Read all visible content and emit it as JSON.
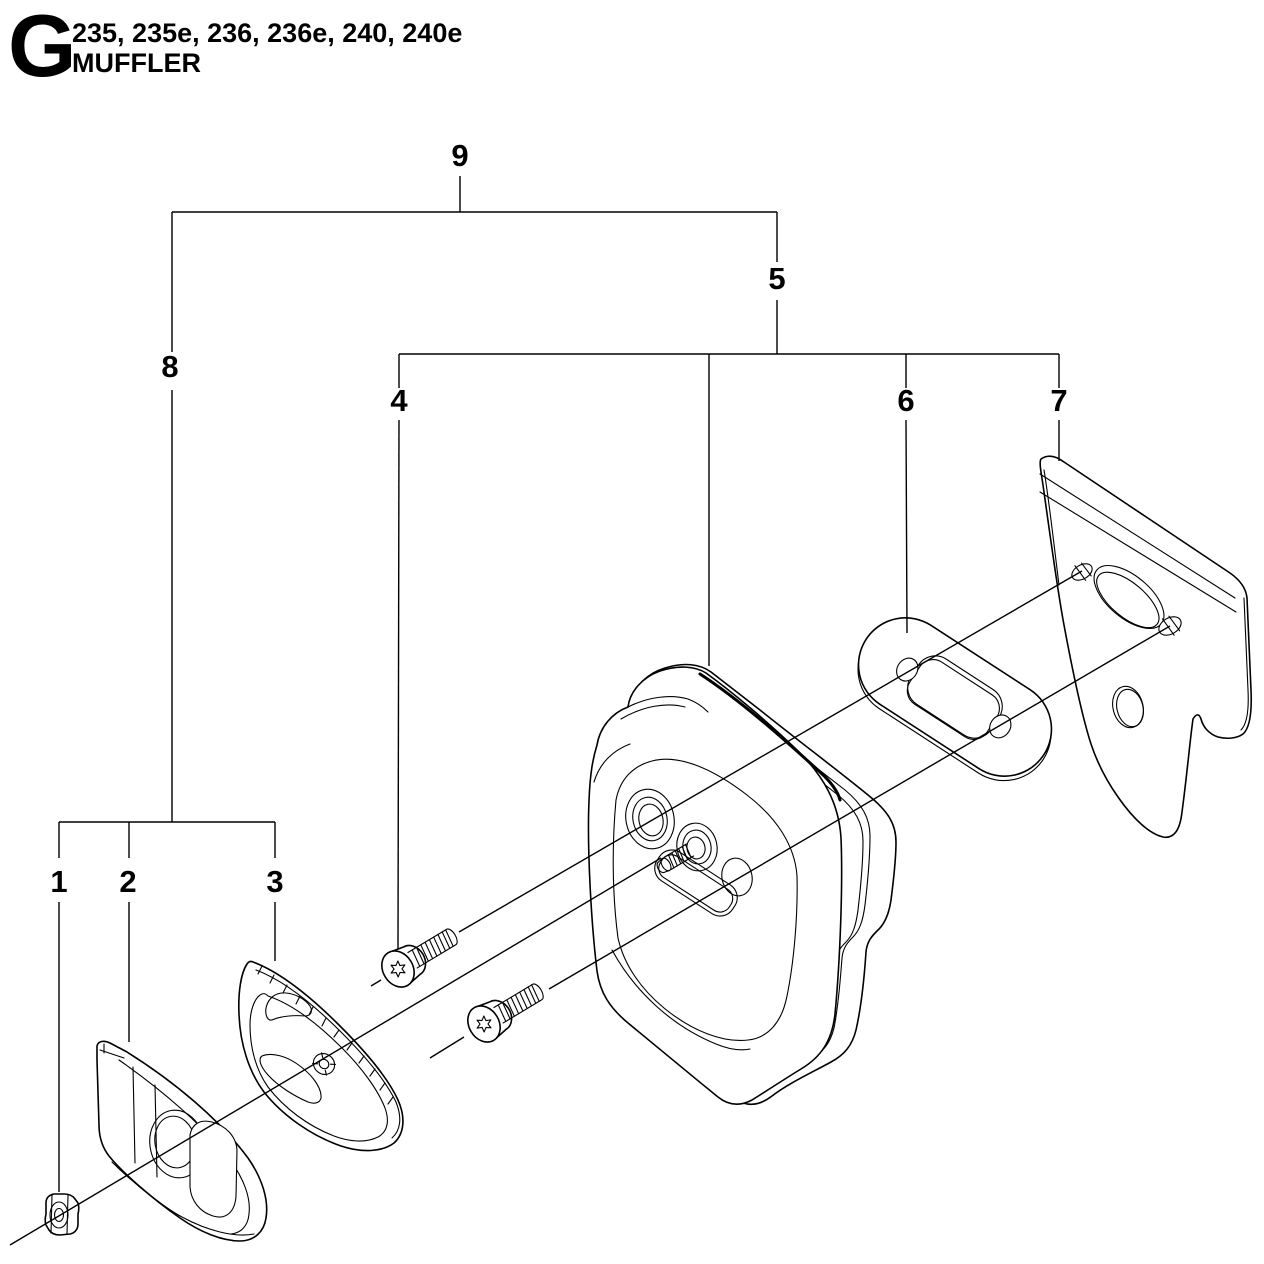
{
  "page": {
    "background": "#ffffff",
    "line_color": "#000000"
  },
  "header": {
    "section_letter": "G",
    "models": "235, 235e, 236, 236e, 240, 240e",
    "title": "MUFFLER"
  },
  "callouts": {
    "c1": {
      "label": "1"
    },
    "c2": {
      "label": "2"
    },
    "c3": {
      "label": "3"
    },
    "c4": {
      "label": "4"
    },
    "c5": {
      "label": "5"
    },
    "c6": {
      "label": "6"
    },
    "c7": {
      "label": "7"
    },
    "c8": {
      "label": "8"
    },
    "c9": {
      "label": "9"
    }
  }
}
